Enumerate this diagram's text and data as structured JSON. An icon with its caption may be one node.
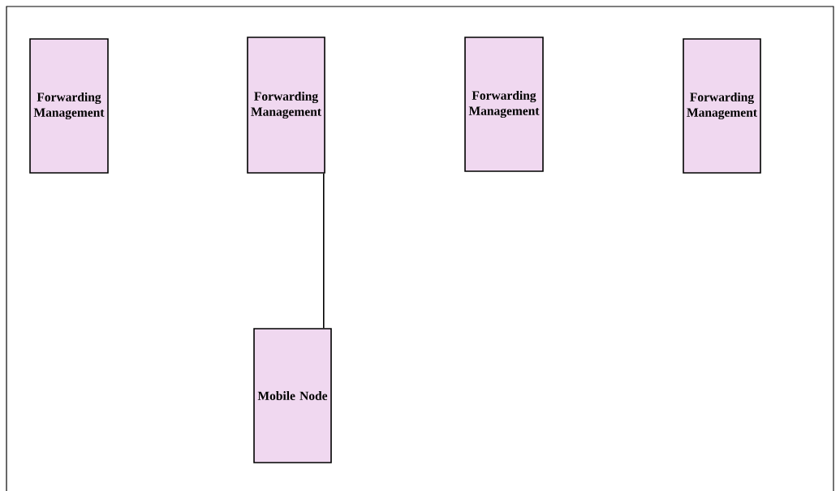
{
  "diagram": {
    "nodes": [
      {
        "text": [
          "Forwarding Management"
        ]
      },
      {
        "text": [
          "Forwarding Management"
        ]
      },
      {
        "text": [
          "Forwarding Management"
        ]
      },
      {
        "text": [
          "Forwarding Management"
        ]
      },
      {
        "text": [
          "Mobile Node"
        ]
      }
    ],
    "edges": [
      {
        "from": 1,
        "to": 4,
        "arrow": "none"
      }
    ]
  }
}
